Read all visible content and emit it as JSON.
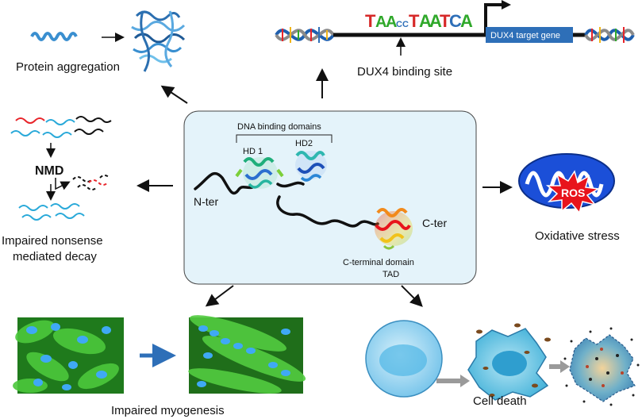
{
  "labels": {
    "protein_aggregation": "Protein aggregation",
    "dux4_binding_site": "DUX4 binding site",
    "dux4_target_gene": "DUX4 target gene",
    "motif_letters": [
      "T",
      "A",
      "A",
      "C",
      "C",
      "T",
      "A",
      "A",
      "T",
      "C",
      "A"
    ],
    "nmd": "NMD",
    "impaired_nmd_line1": "Impaired nonsense",
    "impaired_nmd_line2": "mediated decay",
    "dna_binding_domains": "DNA binding domains",
    "hd1": "HD 1",
    "hd2": "HD2",
    "n_ter": "N-ter",
    "c_ter": "C-ter",
    "c_terminal_domain": "C-terminal domain",
    "tad": "TAD",
    "ros": "ROS",
    "oxidative_stress": "Oxidative stress",
    "impaired_myogenesis": "Impaired myogenesis",
    "cell_death": "Cell death"
  },
  "colors": {
    "center_box_fill": "#e4f3fa",
    "center_box_stroke": "#444444",
    "dna_blue": "#3a7fc1",
    "target_gene_box": "#2e6fb8",
    "ros_red": "#e8141c",
    "mito_blue": "#1b4fd8",
    "myogenesis_green": "#2fa82a",
    "nucleus_blue": "#3fa9f5",
    "mrna_red": "#e8242a",
    "mrna_cyan": "#29a9d9",
    "arrow_grey": "#9a9a9a"
  }
}
